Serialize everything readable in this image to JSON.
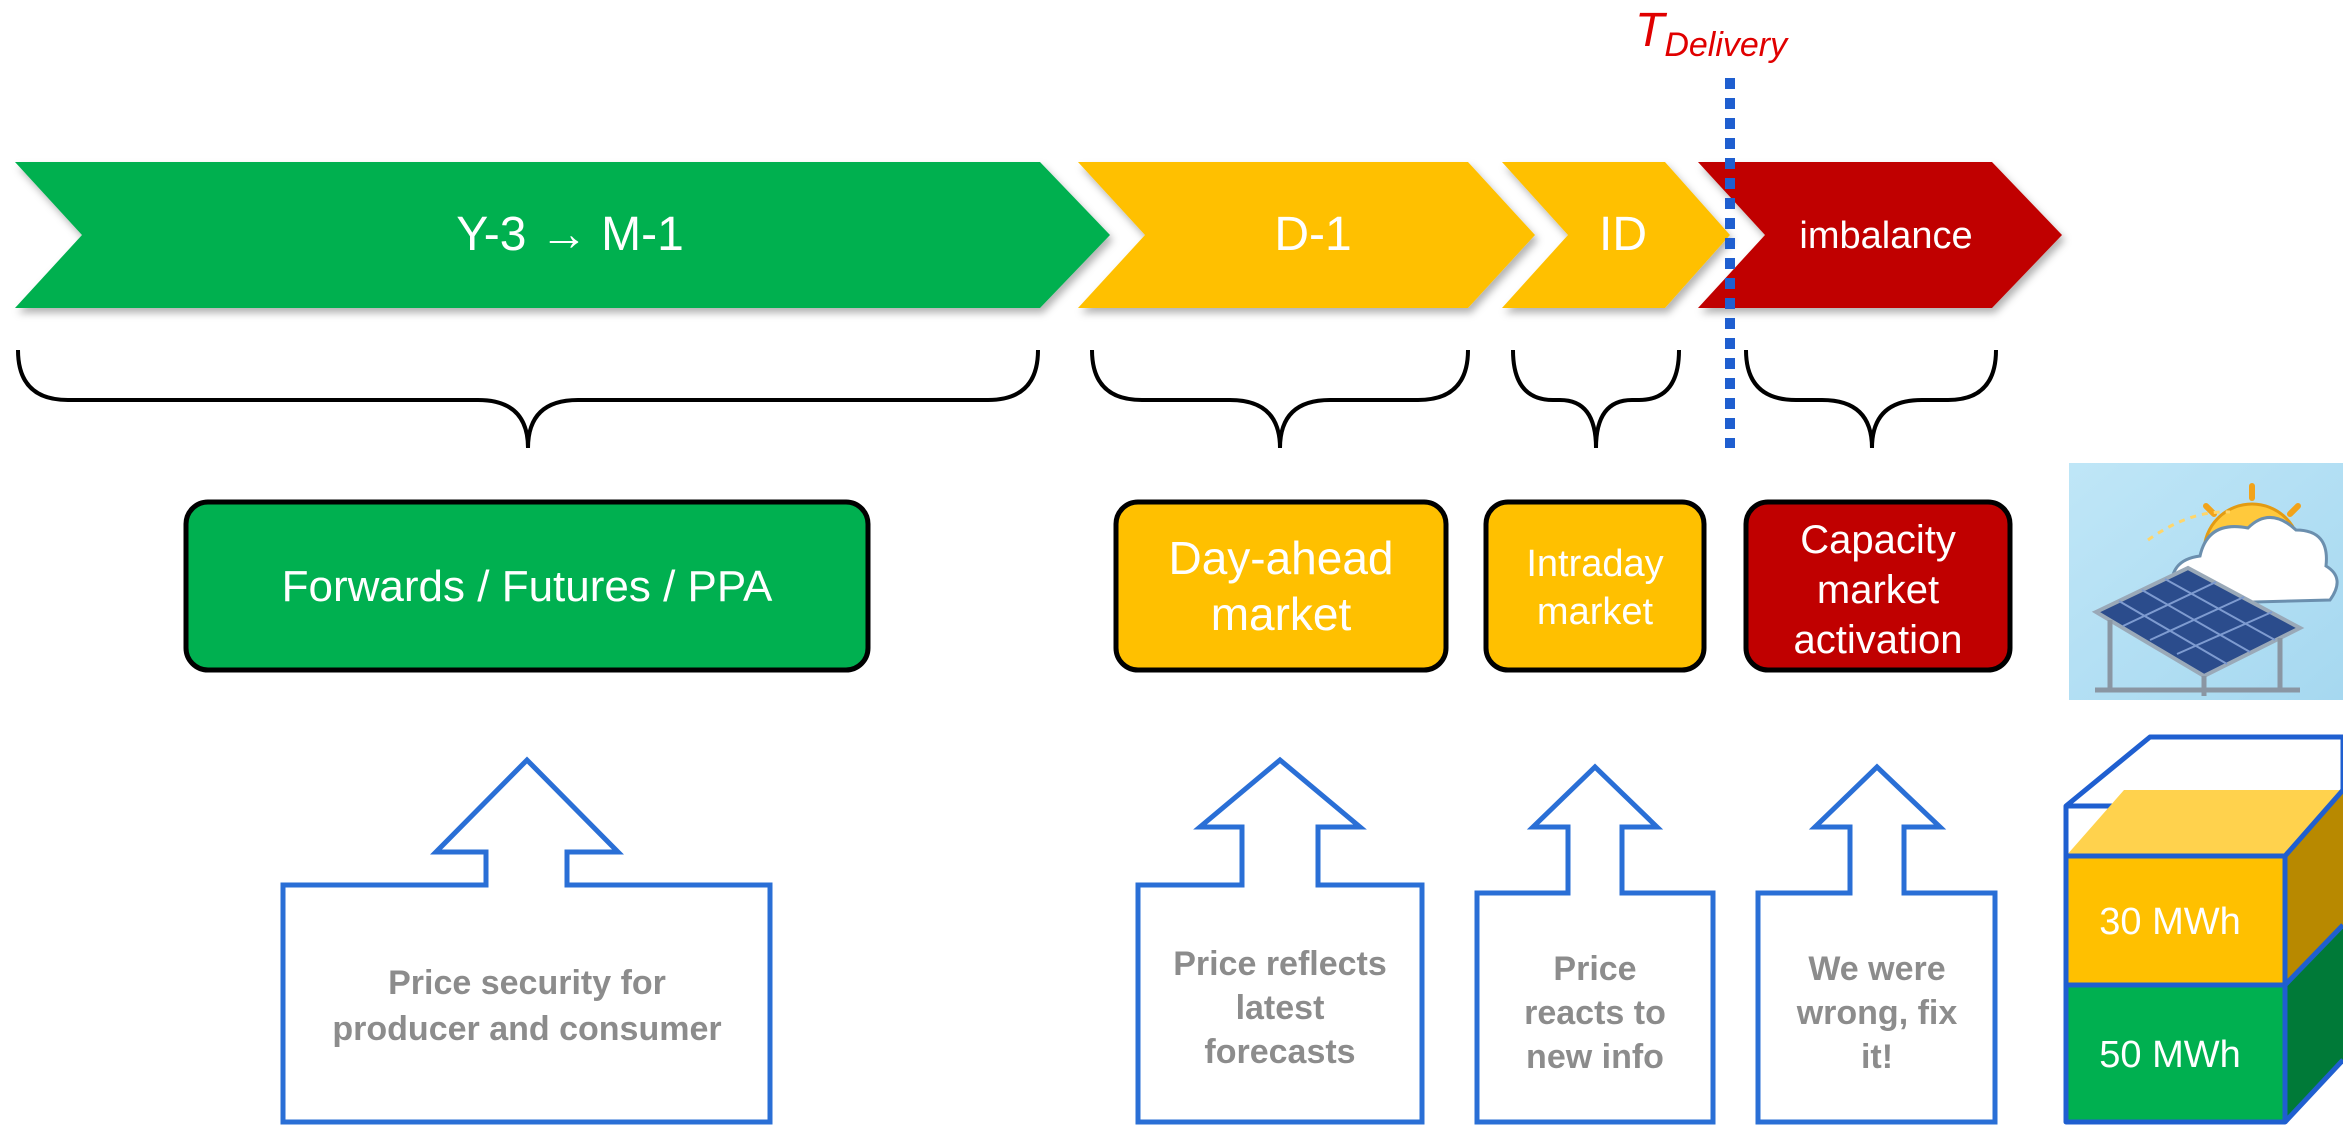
{
  "delivery_marker": {
    "symbol": "T",
    "subscript": "Delivery",
    "color": "#e00000",
    "line_color": "#1f5fd0"
  },
  "phases": [
    {
      "label": "Y-3 → M-1",
      "color": "#00b050"
    },
    {
      "label": "D-1",
      "color": "#ffc000"
    },
    {
      "label": "ID",
      "color": "#ffc000"
    },
    {
      "label": "imbalance",
      "color": "#c00000"
    }
  ],
  "markets": [
    {
      "lines": [
        "Forwards / Futures / PPA"
      ],
      "color": "#00b050"
    },
    {
      "lines": [
        "Day-ahead",
        "market"
      ],
      "color": "#ffc000"
    },
    {
      "lines": [
        "Intraday",
        "market"
      ],
      "color": "#ffc000"
    },
    {
      "lines": [
        "Capacity",
        "market",
        "activation"
      ],
      "color": "#c00000"
    }
  ],
  "callouts": [
    {
      "lines": [
        "Price security for",
        "producer and consumer"
      ]
    },
    {
      "lines": [
        "Price reflects",
        "latest",
        "forecasts"
      ]
    },
    {
      "lines": [
        "Price",
        "reacts to",
        "new info"
      ]
    },
    {
      "lines": [
        "We were",
        "wrong, fix",
        "it!"
      ]
    }
  ],
  "energy_blocks": [
    {
      "label": "30 MWh",
      "color": "#ffc000"
    },
    {
      "label": "50 MWh",
      "color": "#00b050"
    }
  ],
  "callout_outline_color": "#2a6fd6",
  "callout_text_color": "#8c8c8c",
  "images": [
    "solar-panel-with-cloud-and-sun-icon"
  ]
}
